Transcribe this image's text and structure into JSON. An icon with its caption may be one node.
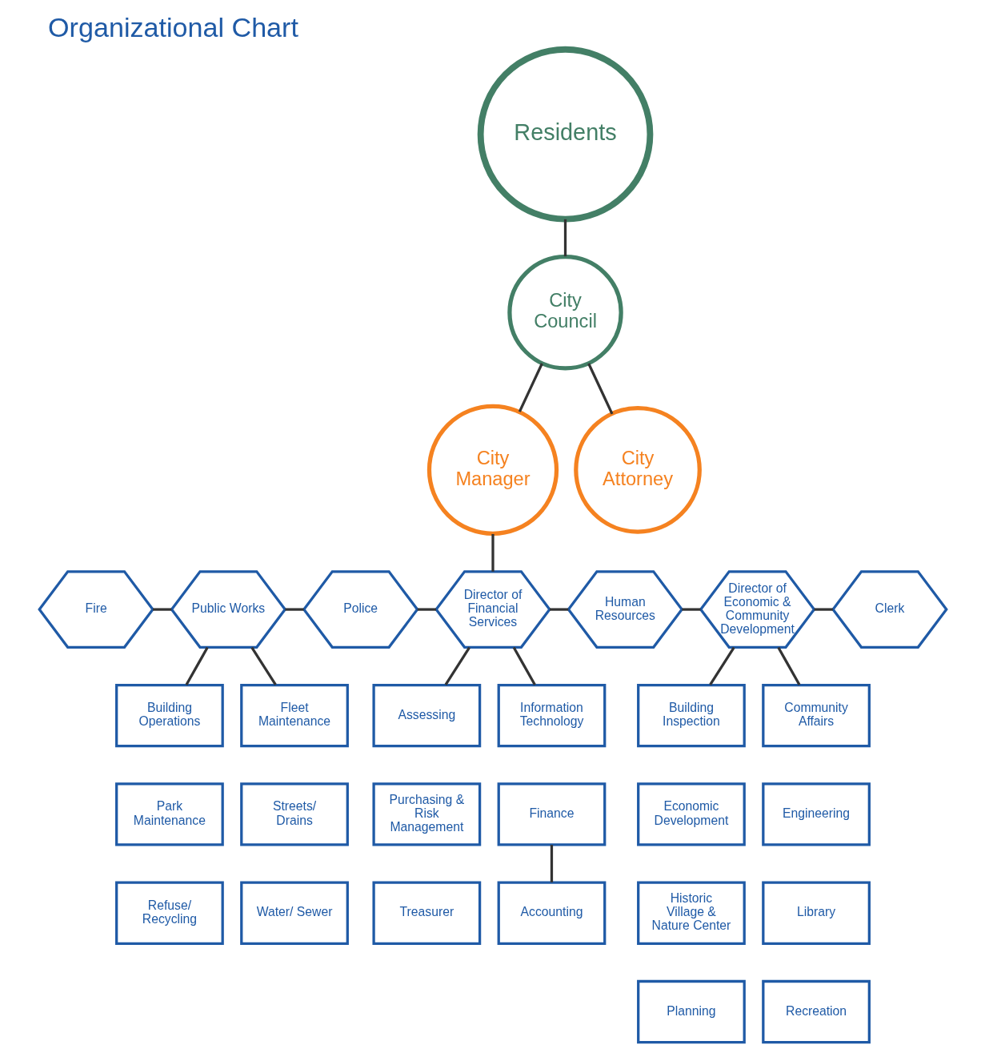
{
  "diagram": {
    "title": "Organizational Chart",
    "nodes": [
      {
        "text": [
          "Residents"
        ]
      },
      {
        "text": [
          "City Council"
        ]
      },
      {
        "text": [
          "City Manager"
        ]
      },
      {
        "text": [
          "City Attorney"
        ]
      },
      {
        "text": [
          "Fire"
        ]
      },
      {
        "text": [
          "Public Works"
        ]
      },
      {
        "text": [
          "Police"
        ]
      },
      {
        "text": [
          "Director of Financial Services"
        ]
      },
      {
        "text": [
          "Human Resources"
        ]
      },
      {
        "text": [
          "Director of Economic & Community Development"
        ]
      },
      {
        "text": [
          "Clerk"
        ]
      },
      {
        "text": [
          "Building Operations"
        ]
      },
      {
        "text": [
          "Fleet Maintenance"
        ]
      },
      {
        "text": [
          "Park Maintenance"
        ]
      },
      {
        "text": [
          "Streets/ Drains"
        ]
      },
      {
        "text": [
          "Refuse/ Recycling"
        ]
      },
      {
        "text": [
          "Water/ Sewer"
        ]
      },
      {
        "text": [
          "Assessing"
        ]
      },
      {
        "text": [
          "Information Technology"
        ]
      },
      {
        "text": [
          "Purchasing & Risk Management"
        ]
      },
      {
        "text": [
          "Finance"
        ]
      },
      {
        "text": [
          "Treasurer"
        ]
      },
      {
        "text": [
          "Accounting"
        ]
      },
      {
        "text": [
          "Building Inspection"
        ]
      },
      {
        "text": [
          "Community Affairs"
        ]
      },
      {
        "text": [
          "Economic Development"
        ]
      },
      {
        "text": [
          "Engineering"
        ]
      },
      {
        "text": [
          "Historic Village & Nature Center"
        ]
      },
      {
        "text": [
          "Library"
        ]
      },
      {
        "text": [
          "Planning"
        ]
      },
      {
        "text": [
          "Recreation"
        ]
      }
    ],
    "edges": [
      {
        "from": 0,
        "to": 1,
        "arrow": "none"
      },
      {
        "from": 1,
        "to": 2,
        "arrow": "none"
      },
      {
        "from": 1,
        "to": 3,
        "arrow": "none"
      },
      {
        "from": 2,
        "to": 7,
        "arrow": "none"
      },
      {
        "from": 4,
        "to": 5,
        "arrow": "none"
      },
      {
        "from": 5,
        "to": 6,
        "arrow": "none"
      },
      {
        "from": 6,
        "to": 7,
        "arrow": "none"
      },
      {
        "from": 7,
        "to": 8,
        "arrow": "none"
      },
      {
        "from": 8,
        "to": 9,
        "arrow": "none"
      },
      {
        "from": 9,
        "to": 10,
        "arrow": "none"
      },
      {
        "from": 5,
        "to": 11,
        "arrow": "none"
      },
      {
        "from": 5,
        "to": 12,
        "arrow": "none"
      },
      {
        "from": 7,
        "to": 17,
        "arrow": "none"
      },
      {
        "from": 7,
        "to": 18,
        "arrow": "none"
      },
      {
        "from": 20,
        "to": 22,
        "arrow": "none"
      },
      {
        "from": 9,
        "to": 23,
        "arrow": "none"
      },
      {
        "from": 9,
        "to": 24,
        "arrow": "none"
      }
    ]
  }
}
